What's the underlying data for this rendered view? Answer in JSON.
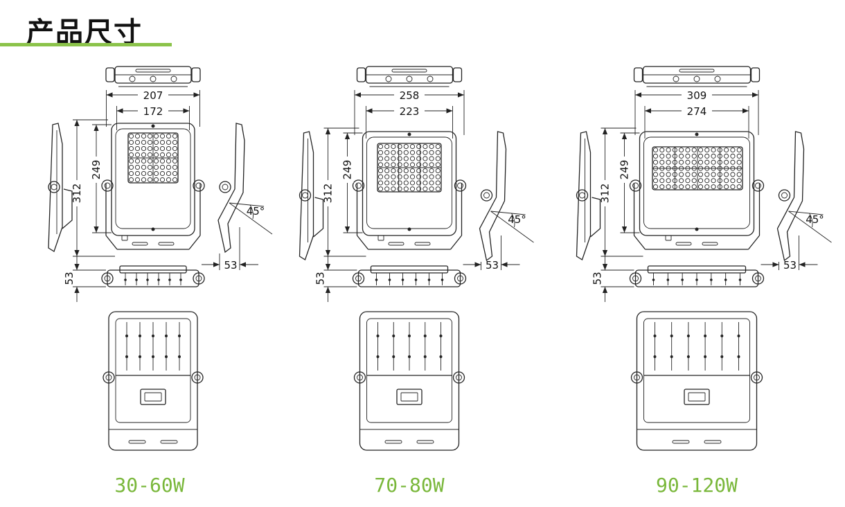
{
  "header": {
    "title": "产品尺寸",
    "accent_color": "#8bc34a"
  },
  "models": [
    {
      "label": "30-60W",
      "dims": {
        "outer_width": "207",
        "inner_width": "172",
        "overall_height": "312",
        "panel_height": "249",
        "bracket_depth": "53",
        "body_depth": "53",
        "tilt_angle": "45°"
      }
    },
    {
      "label": "70-80W",
      "dims": {
        "outer_width": "258",
        "inner_width": "223",
        "overall_height": "312",
        "panel_height": "249",
        "bracket_depth": "53",
        "body_depth": "53",
        "tilt_angle": "45°"
      }
    },
    {
      "label": "90-120W",
      "dims": {
        "outer_width": "309",
        "inner_width": "274",
        "overall_height": "312",
        "panel_height": "249",
        "bracket_depth": "53",
        "body_depth": "53",
        "tilt_angle": "45°"
      }
    }
  ],
  "label_color": "#79b73a"
}
